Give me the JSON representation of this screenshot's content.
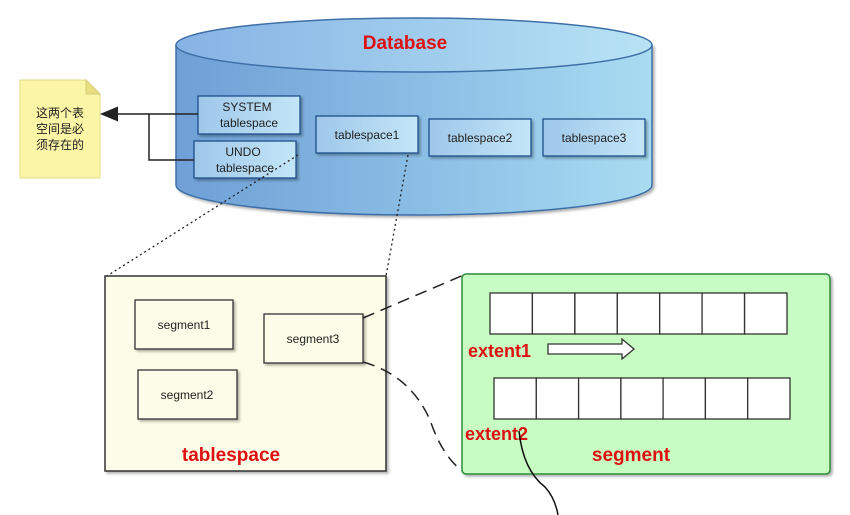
{
  "database": {
    "title": "Database",
    "tablespaces": {
      "system": [
        "SYSTEM",
        "tablespace"
      ],
      "undo": [
        "UNDO",
        "tablespace"
      ],
      "ts1": "tablespace1",
      "ts2": "tablespace2",
      "ts3": "tablespace3"
    }
  },
  "note": {
    "lines": [
      "这两个表",
      "空间是必",
      "须存在的"
    ]
  },
  "tablespace_detail": {
    "title": "tablespace",
    "segments": {
      "s1": "segment1",
      "s2": "segment2",
      "s3": "segment3"
    }
  },
  "segment_detail": {
    "title": "segment",
    "extent1": "extent1",
    "extent2": "extent2",
    "block_count_row1": 7,
    "block_count_row2": 7
  },
  "colors": {
    "database_fill": "#8eb8e0",
    "note_fill": "#fbf5a6",
    "tablespace_fill": "#fbfde8",
    "segment_fill": "#c7fcc3",
    "title_red": "#dd1111"
  }
}
